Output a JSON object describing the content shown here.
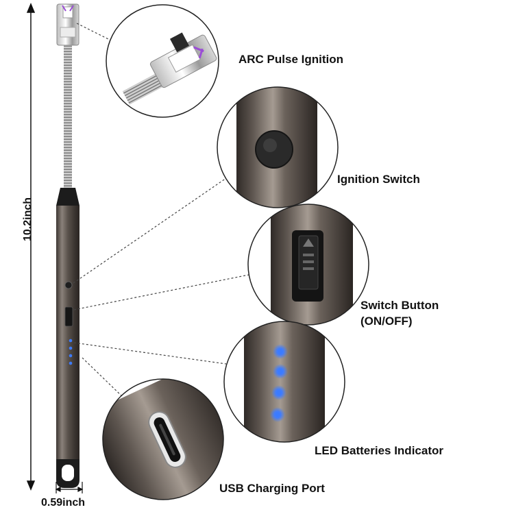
{
  "dimensions": {
    "height_label": "10.2inch",
    "width_label": "0.59inch"
  },
  "callouts": [
    {
      "id": "arc",
      "label": "ARC Pulse Ignition"
    },
    {
      "id": "ignition",
      "label": "Ignition Switch"
    },
    {
      "id": "switch",
      "label_line1": "Switch Button",
      "label_line2": "(ON/OFF)"
    },
    {
      "id": "led",
      "label": "LED Batteries Indicator"
    },
    {
      "id": "usb",
      "label": "USB Charging Port"
    }
  ],
  "colors": {
    "body_metal": "#5a524c",
    "led_blue": "#2f6bff",
    "arc_purple": "#9b4dd6",
    "text": "#111111",
    "leader_line": "#444444"
  }
}
